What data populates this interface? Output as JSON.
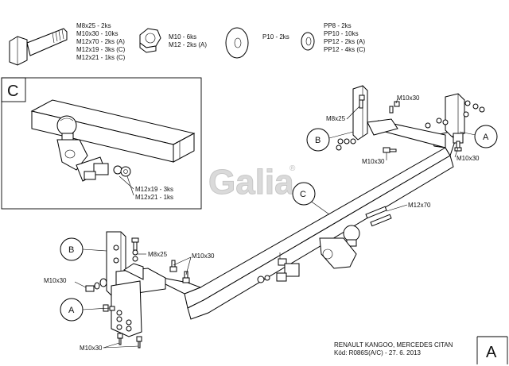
{
  "legend": {
    "bolt_specs": [
      "M8x25 - 2ks",
      "M10x30 - 10ks",
      "M12x70 - 2ks (A)",
      "M12x19 - 3ks (C)",
      "M12x21 - 1ks (C)"
    ],
    "nut_specs": [
      "M10 - 6ks",
      "M12 - 2ks (A)"
    ],
    "washer_spec": "P10 - 2ks",
    "spring_specs": [
      "PP8 - 2ks",
      "PP10 - 10ks",
      "PP12 - 2ks (A)",
      "PP12 - 4ks (C)"
    ]
  },
  "detail_c": {
    "label": "C",
    "callouts": [
      "M12x19 - 3ks",
      "M12x21 - 1ks"
    ]
  },
  "labels": {
    "A": "A",
    "B": "B",
    "C": "C",
    "M10x30": "M10x30",
    "M8x25": "M8x25",
    "M12x70": "M12x70"
  },
  "logo": {
    "text": "Galia",
    "mark": "®"
  },
  "title_block": {
    "line1": "RENAULT KANGOO, MERCEDES CITAN",
    "line2": "Kód: R086S(A/C) - 27. 6. 2013",
    "sheet": "A"
  }
}
